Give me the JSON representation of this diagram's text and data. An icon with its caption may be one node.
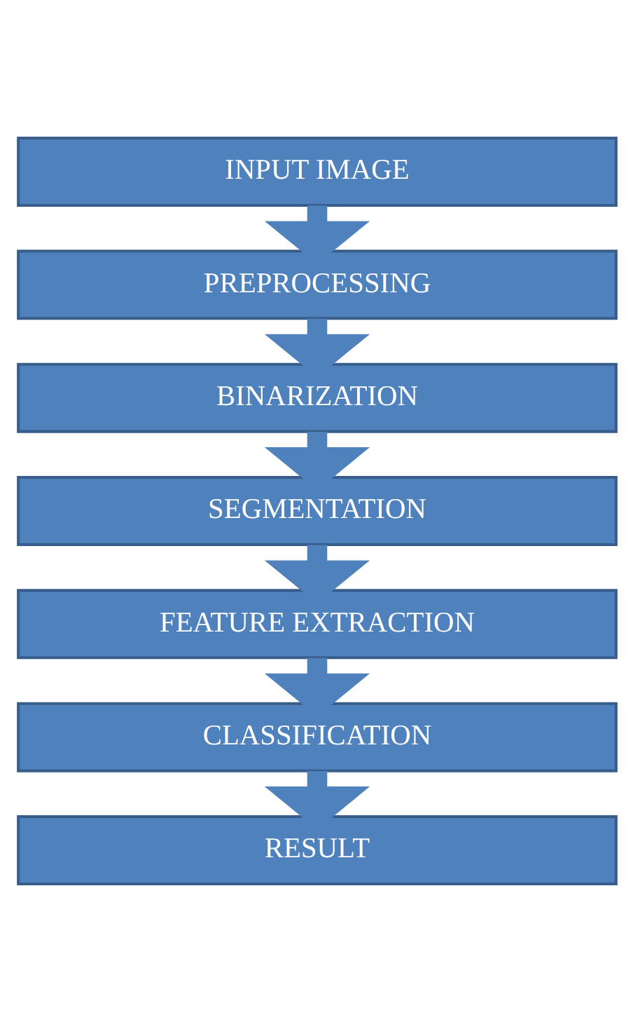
{
  "diagram": {
    "nodes": [
      {
        "text": [
          "INPUT IMAGE"
        ]
      },
      {
        "text": [
          "PREPROCESSING"
        ]
      },
      {
        "text": [
          "BINARIZATION"
        ]
      },
      {
        "text": [
          "SEGMENTATION"
        ]
      },
      {
        "text": [
          "FEATURE EXTRACTION"
        ]
      },
      {
        "text": [
          "CLASSIFICATION"
        ]
      },
      {
        "text": [
          "RESULT"
        ]
      }
    ],
    "edges": [
      {
        "from": 0,
        "to": 1,
        "arrow": "to"
      },
      {
        "from": 1,
        "to": 2,
        "arrow": "to"
      },
      {
        "from": 2,
        "to": 3,
        "arrow": "to"
      },
      {
        "from": 3,
        "to": 4,
        "arrow": "to"
      },
      {
        "from": 4,
        "to": 5,
        "arrow": "to"
      },
      {
        "from": 5,
        "to": 6,
        "arrow": "to"
      }
    ]
  }
}
